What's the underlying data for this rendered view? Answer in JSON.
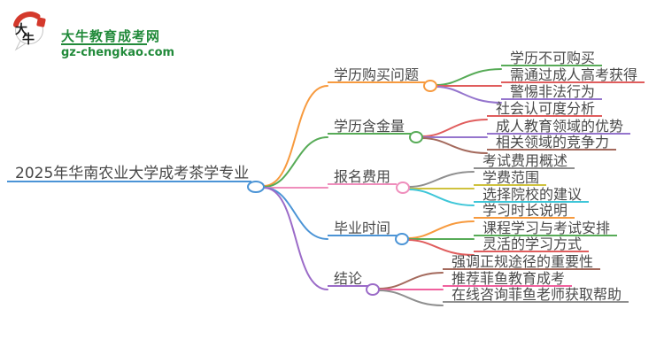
{
  "logo": {
    "icon_text_top": "大",
    "icon_text_bottom": "牛",
    "title": "大牛教育成考网",
    "url": "gz-chengkao.com",
    "green": "#218a3a",
    "red": "#d4392c"
  },
  "root": {
    "label": "2025年华南农业大学成考茶学专业",
    "color": "#4b94d6"
  },
  "branches": [
    {
      "label": "学历购买问题",
      "color": "#f79a3e",
      "children": [
        {
          "label": "学历不可购买",
          "color": "#57ab57"
        },
        {
          "label": "需通过成人高考获得",
          "color": "#e05d5d"
        },
        {
          "label": "警惕非法行为",
          "color": "#9575cd"
        }
      ]
    },
    {
      "label": "学历含金量",
      "color": "#57ab57",
      "children": [
        {
          "label": "社会认可度分析",
          "color": "#e05d5d"
        },
        {
          "label": "成人教育领域的优势",
          "color": "#9575cd"
        },
        {
          "label": "相关领域的竞争力",
          "color": "#a4695c"
        }
      ]
    },
    {
      "label": "报名费用",
      "color": "#ef8ebc",
      "children": [
        {
          "label": "考试费用概述",
          "color": "#8f8f8f"
        },
        {
          "label": "学费范围",
          "color": "#cfc23e"
        },
        {
          "label": "选择院校的建议",
          "color": "#3ec6d8"
        }
      ]
    },
    {
      "label": "毕业时间",
      "color": "#4b94d6",
      "children": [
        {
          "label": "学习时长说明",
          "color": "#f79a3e"
        },
        {
          "label": "课程学习与考试安排",
          "color": "#57ab57"
        },
        {
          "label": "灵活的学习方式",
          "color": "#e05d5d"
        }
      ]
    },
    {
      "label": "结论",
      "color": "#9b6bc8",
      "children": [
        {
          "label": "强调正规途径的重要性",
          "color": "#a4695c"
        },
        {
          "label": "推荐菲鱼教育成考",
          "color": "#f0619e"
        },
        {
          "label": "在线咨询菲鱼老师获取帮助",
          "color": "#8f8f8f"
        }
      ]
    }
  ]
}
